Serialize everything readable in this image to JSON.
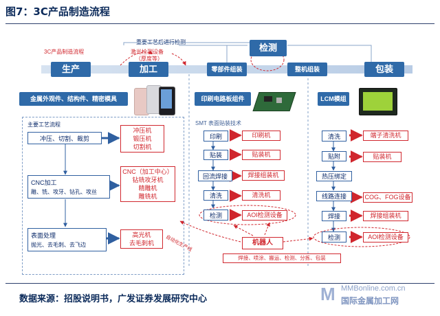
{
  "header": {
    "title": "图7：3C产品制造流程"
  },
  "flow": {
    "label_3c": "3C产品制造流程",
    "label_inspect_note": "重要工艺后进行检测",
    "label_laser": "激光检测设备",
    "label_laser_sub": "（厚度等）",
    "inspect_top": "检测",
    "stages": [
      "生产",
      "加工",
      "零部件组装",
      "整机组装",
      "包装"
    ]
  },
  "col1": {
    "header": "金属外观件、结构件、精密模具",
    "process_label": "主要工艺流程",
    "steps": [
      {
        "text": "冲压、切割、裁剪"
      },
      {
        "text": "CNC加工",
        "sub": "雕、铣、攻牙、钻孔、攻丝"
      },
      {
        "text": "表面处理",
        "sub": "抛光、去毛刺、去飞边"
      }
    ],
    "machines": [
      [
        "冲压机",
        "锻压机",
        "切割机"
      ],
      [
        "CNC（加工中心）",
        "钻铣攻牙机",
        "精雕机",
        "雕铣机"
      ],
      [
        "高光机",
        "去毛刺机"
      ]
    ]
  },
  "col2": {
    "header": "印刷电路板组件",
    "smt_label": "SMT 表面贴装技术",
    "steps": [
      "印刷",
      "贴装",
      "回流焊接",
      "清洗",
      "检测"
    ],
    "machines": [
      "印刷机",
      "贴装机",
      "焊接组装机",
      "清洗机",
      "AOI检测设备"
    ]
  },
  "col3": {
    "header": "LCM模组",
    "steps": [
      "清洗",
      "贴附",
      "热压绑定",
      "线路连接",
      "焊接",
      "检测"
    ],
    "machines": [
      "端子清洗机",
      "贴装机",
      "COG、FOG设备",
      "焊接组装机",
      "AOI检测设备"
    ]
  },
  "robot": {
    "label": "机器人",
    "auto_label": "自动化生产线",
    "tasks": "焊接、喷涂、搬运、检测、分拣、包装"
  },
  "footer": {
    "source": "数据来源：招股说明书，广发证券发展研究中心",
    "watermark_url": "MMBonline.com.cn",
    "watermark_name": "国际金属加工网"
  },
  "colors": {
    "blue": "#2f6aa8",
    "red": "#d0262d",
    "navy": "#0b2a5a"
  }
}
